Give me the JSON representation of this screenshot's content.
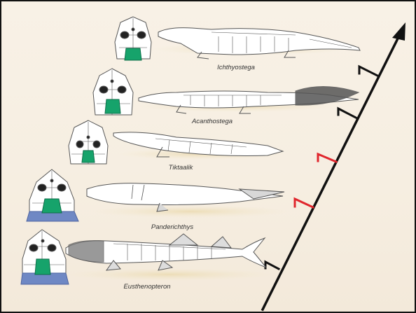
{
  "taxa": [
    {
      "id": "ichthyostega",
      "name": "Ichthyostega"
    },
    {
      "id": "acanthostega",
      "name": "Acanthostega"
    },
    {
      "id": "tiktaalik",
      "name": "Tiktaalik"
    },
    {
      "id": "panderichthys",
      "name": "Panderichthys"
    },
    {
      "id": "eusthenopteron",
      "name": "Eusthenopteron"
    }
  ],
  "colors": {
    "background": "#f6eee1",
    "border": "#111111",
    "main_branch": "#111111",
    "transitional_branches": "#e0262d",
    "skull_green": "#16a36b",
    "skull_blue": "#6f88c4",
    "shadow": "#efe3c6",
    "outline": "#555555"
  },
  "icons": [
    "cladogram-arrow",
    "skull-diagram",
    "skeleton-drawing"
  ]
}
